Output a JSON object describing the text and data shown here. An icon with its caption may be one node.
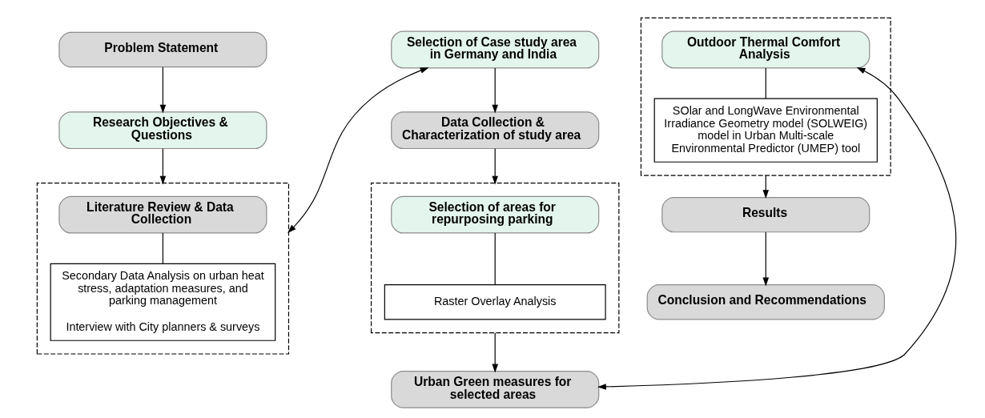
{
  "diagram": {
    "nodes": [
      {
        "text": [
          "Problem Statement"
        ]
      },
      {
        "text": [
          "Research Objectives & Questions"
        ]
      },
      {
        "text": [],
        "shape": "box"
      },
      {
        "text": [
          "Literature Review & Data Collection"
        ],
        "in": 2
      },
      {
        "text": [
          "Secondary Data Analysis on urban heat stress, adaptation measures, and parking management",
          "Interview with City planners & surveys"
        ],
        "in": 2
      },
      {
        "text": [
          "Selection of Case study area in Germany and India"
        ]
      },
      {
        "text": [
          "Data Collection & Characterization of study area"
        ]
      },
      {
        "text": [],
        "shape": "box"
      },
      {
        "text": [
          "Selection of areas for repurposing parking"
        ],
        "in": 7
      },
      {
        "text": [
          "Raster Overlay Analysis"
        ],
        "in": 7
      },
      {
        "text": [
          "Urban Green measures for selected areas"
        ]
      },
      {
        "text": [],
        "shape": "box"
      },
      {
        "text": [
          "Outdoor Thermal Comfort Analysis"
        ],
        "in": 11
      },
      {
        "text": [
          "SOlar and LongWave Environmental Irradiance Geometry model (SOLWEIG) model in Urban Multi-scale Environmental Predictor (UMEP) tool"
        ],
        "in": 11
      },
      {
        "text": [
          "Results"
        ]
      },
      {
        "text": [
          "Conclusion and Recommendations"
        ]
      }
    ],
    "edges": [
      {
        "from": 0,
        "to": 1,
        "arrow": "to"
      },
      {
        "from": 1,
        "to": 2,
        "arrow": "to"
      },
      {
        "from": 3,
        "to": 4,
        "arrow": "none"
      },
      {
        "from": 2,
        "to": 5,
        "arrow": "both"
      },
      {
        "from": 5,
        "to": 6,
        "arrow": "to"
      },
      {
        "from": 6,
        "to": 7,
        "arrow": "to"
      },
      {
        "from": 8,
        "to": 9,
        "arrow": "none"
      },
      {
        "from": 7,
        "to": 10,
        "arrow": "to"
      },
      {
        "from": 10,
        "to": 12,
        "arrow": "both"
      },
      {
        "from": 12,
        "to": 13,
        "arrow": "none"
      },
      {
        "from": 11,
        "to": 14,
        "arrow": "to"
      },
      {
        "from": 14,
        "to": 15,
        "arrow": "to"
      }
    ]
  }
}
